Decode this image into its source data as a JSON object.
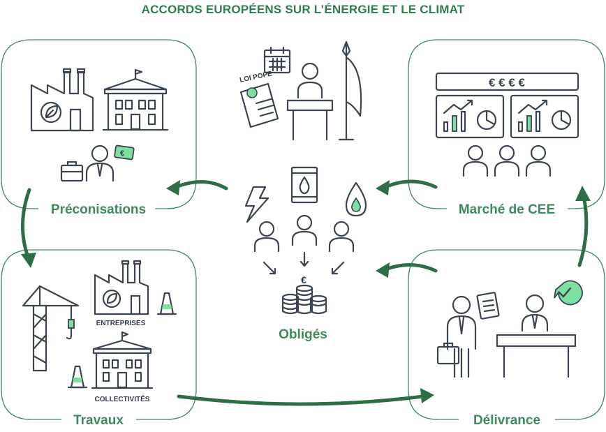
{
  "title": "ACCORDS EUROPÉENS SUR L’ÉNERGIE ET LE CLIMAT",
  "center": {
    "loi_label": "LOI POPE",
    "obliges_label": "Obligés",
    "euro_symbol": "€"
  },
  "panels": {
    "preconisations": {
      "label": "Préconisations"
    },
    "marche": {
      "label": "Marché de CEE",
      "euro_row": "€ € € €"
    },
    "travaux": {
      "label": "Travaux",
      "entreprises": "ENTREPRISES",
      "collectivites": "COLLECTIVITÉS"
    },
    "delivrance": {
      "label": "Délivrance"
    }
  },
  "colors": {
    "accent": "#3e8a5e",
    "arrow": "#2e6e46",
    "highlight": "#7ee0a0",
    "ink": "#3a4453"
  }
}
